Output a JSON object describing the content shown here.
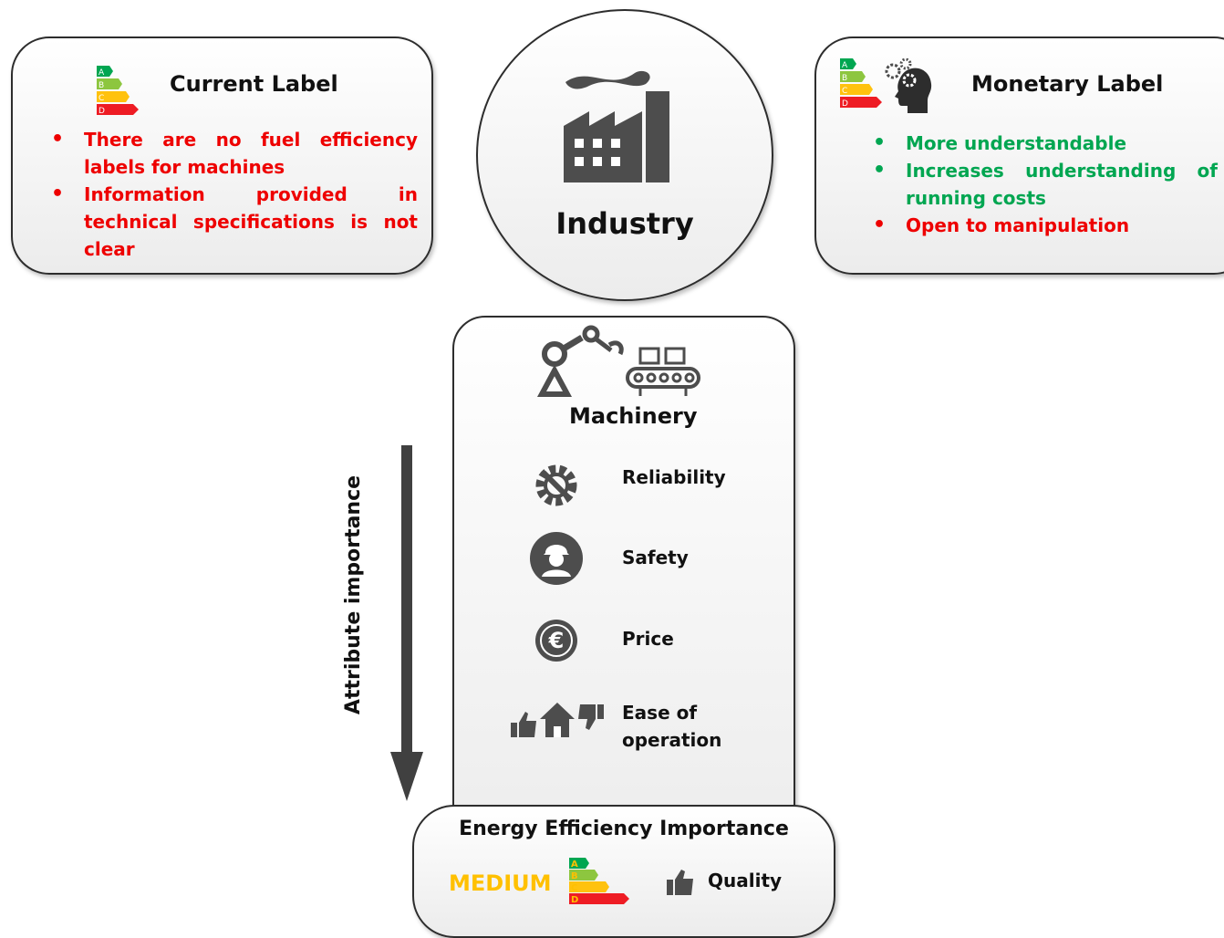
{
  "current_label": {
    "title": "Current Label",
    "bullets": [
      "There are no fuel efficiency labels for machines",
      "Information provided in technical specifications is not clear"
    ]
  },
  "industry": {
    "title": "Industry"
  },
  "monetary_label": {
    "title": "Monetary Label",
    "bullets": [
      {
        "text": "More understandable",
        "tone": "positive"
      },
      {
        "text": "Increases understanding of running costs",
        "tone": "positive"
      },
      {
        "text": "Open to manipulation",
        "tone": "negative"
      }
    ]
  },
  "machinery": {
    "title": "Machinery",
    "attributes": [
      {
        "label": "Reliability",
        "icon": "gear-wrench-icon"
      },
      {
        "label": "Safety",
        "icon": "worker-helmet-icon"
      },
      {
        "label": "Price",
        "icon": "euro-coin-icon"
      },
      {
        "label": "Ease of operation",
        "icon": "thumbs-house-icon"
      }
    ]
  },
  "axis": {
    "label": "Attribute importance"
  },
  "energy_efficiency": {
    "title": "Energy Efficiency Importance",
    "level": "MEDIUM",
    "extra": "Quality"
  },
  "energy_scale_letters": [
    "A",
    "B",
    "C",
    "D"
  ],
  "colors": {
    "positive": "#00a651",
    "negative": "#ee0000",
    "medium": "#ffc000",
    "icon": "#4d4d4d",
    "scale": [
      "#00a651",
      "#8dc63f",
      "#ffc20e",
      "#f7941d",
      "#ee1c24"
    ]
  }
}
